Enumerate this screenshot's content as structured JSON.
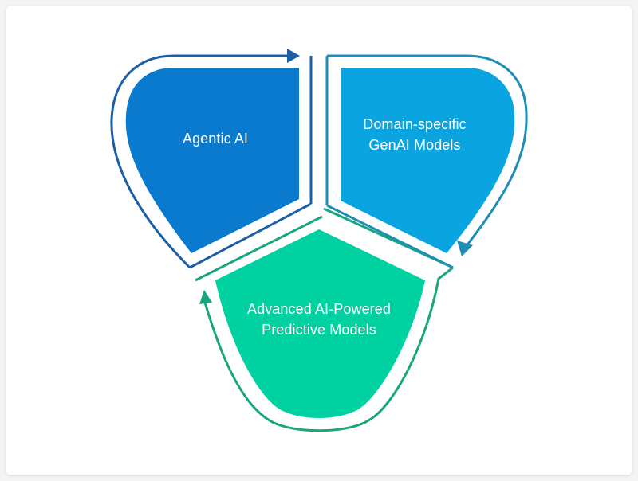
{
  "diagram": {
    "segments": {
      "agentic": {
        "line1": "Agentic AI"
      },
      "domain": {
        "line1": "Domain-specific",
        "line2": "GenAI Models"
      },
      "predictive": {
        "line1": "Advanced AI-Powered",
        "line2": "Predictive Models"
      }
    },
    "colors": {
      "agentic_fill": "#0a7ace",
      "agentic_arrow": "#1b5fa6",
      "domain_fill": "#0aa5e0",
      "domain_arrow": "#1e8eb6",
      "predictive_fill": "#00d1a1",
      "predictive_arrow": "#19a57f",
      "label_text": "#ffffff"
    }
  }
}
